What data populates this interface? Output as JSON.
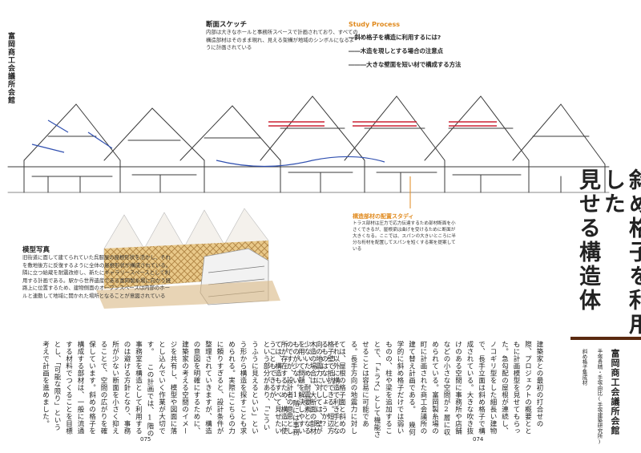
{
  "running_header": "富岡商工会議所会館",
  "section_sketch": {
    "title": "断面スケッチ",
    "body": "内部は大きなホールと事務所スペースで計画されており、すべての構造部材はそのまま現れ、見える架構が地域のシンボルになるように計画されている"
  },
  "study_process": {
    "title": "Study Process",
    "items": [
      "―斜め格子を構造に利用するには?",
      "――木造を現しとする場合の注意点",
      "―――大きな壁面を短い材で構成する方法"
    ]
  },
  "member_note": {
    "title": "構造部材の配置スタディ",
    "body": "トラス部材は圧力で応力伝達するため部材断面を小さくできるが、屋根梁は曲げを受けるために断面が大きくなる。ここでは、スパンの大きいところに半分な桁材を配置してスパンを短くする案を提案している"
  },
  "model_note": {
    "title": "模型写真",
    "body": "旧街道に面して建てられていた呉服屋の屋根形状を活かし、それを敷地後方に反復するように全体の屋根形状が構成されている。隣に立つ給蔵を耐震改修し、新たにギャラリースペースとして利用する計画である。駅から世界遺産である富岡製糸場に向かう経路上に位置するため、建物側面のオープンスペースは内部のホールと連動して地域に開かれた場所となることが意図されている"
  },
  "main_title": [
    "斜め格子を利用した",
    "見せる構造体"
  ],
  "subject": {
    "name": "富岡商工会議所会館",
    "credits": [
      "手塚貴晴・手塚由比(手塚建築研究所)",
      "斜め格子集成材"
    ]
  },
  "body_left": "それ以外に構造で利き手となるものはないでしょうか? 木造の場合は、大断面の部材を用いて問題を解決しやすいのですが、設計者の意思としては、構造もすべて見せたいという部分があり、「こういうふうに見えるといい」という形から構造を探すことも求められる。実際にこちらの力に頼りすぎると、設計条件が整理されていきますが、構造の意図を明確にするために、建築家の考える空間のイメージを共有し、模型や図面に落とし込んでいく作業が大切です。",
  "body_left_2": "この計画では、1階の事務室を構造として利用するのは避ける方針となり、事務所が少ない断面を小さく抑えることで、空間の広がりを確保しています。斜めの格子を構成する部材は、一般に流通する材料でつくることを目標とし、「可能な限り」という考えで計画を進めました。",
  "body_right": "建築家との最初の打合せの際、プロジェクトの概要とともに計画模型を見せてもらった。急勾配の屋根が連続し、ノコギリ型をした細長い建物で、長手立面は斜め格子で構成されている。大きな吹き抜けのある空間に事務所や店舗などの小さな空間が2層に収められている。富岡製糸場の町に計画された商工会議所の建て替え計画である。",
  "body_right_2": "幾何学的に斜め格子だけでは弱いものの、柱や梁を追加することで、「トラス」として機能させることは容易に可能である。長手方向の地震力に対しては、屋根の格子面と斜めの格子壁で抵抗できる。短辺方向の地震力に対しては、壁が少ないため、耐震要素となるものが少ない。1階には事務所が存在するため、構造に使うこともできるが、",
  "pages": {
    "left": "075",
    "right": "074"
  },
  "colors": {
    "accent": "#e08a1e",
    "rule": "#5a2a10"
  }
}
